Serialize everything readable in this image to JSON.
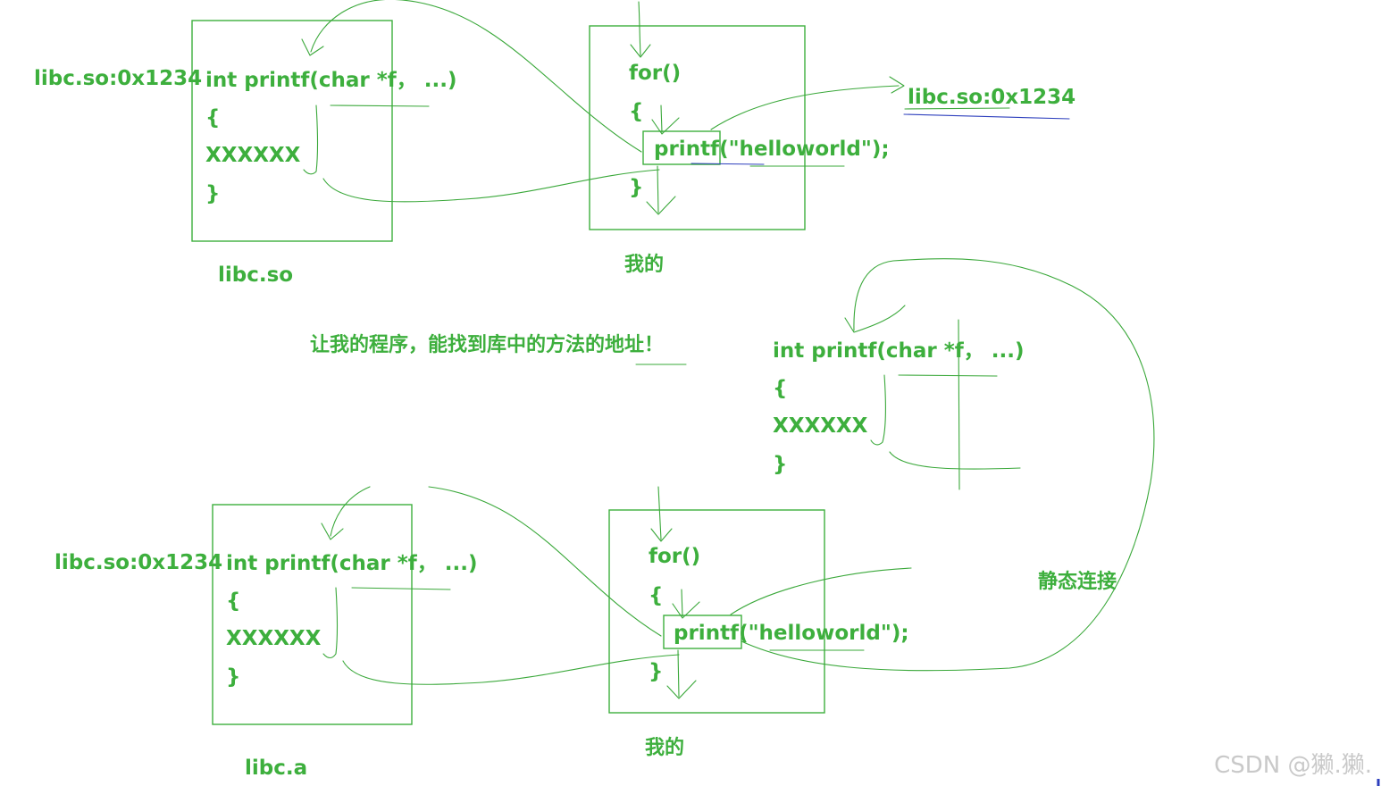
{
  "top": {
    "lib_box": {
      "addr_label": "libc.so:0x1234",
      "code": [
        "int printf(char *f， ...)",
        "{",
        "XXXXXX",
        "}"
      ],
      "caption": "libc.so"
    },
    "my_box": {
      "code": [
        "for()",
        "{",
        "printf(\"helloworld\");",
        "}"
      ],
      "caption": "我的"
    },
    "resolved_addr": "libc.so:0x1234"
  },
  "note": "让我的程序，能找到库中的方法的地址！",
  "copied_func": {
    "code": [
      "int printf(char *f， ...)",
      "{",
      "XXXXXX",
      "}"
    ]
  },
  "bottom": {
    "lib_box": {
      "addr_label": "libc.so:0x1234",
      "code": [
        "int printf(char *f， ...)",
        "{",
        "XXXXXX",
        "}"
      ],
      "caption": "libc.a"
    },
    "my_box": {
      "code": [
        "for()",
        "{",
        "printf(\"helloworld\");",
        "}"
      ],
      "caption": "我的"
    }
  },
  "static_link_label": "静态连接",
  "watermark": "CSDN @獭.獭.",
  "colors": {
    "text": "#3daf3d",
    "ink": "#3aa83a",
    "underline": "#2d3fbd",
    "watermark": "#c9c9c9"
  }
}
